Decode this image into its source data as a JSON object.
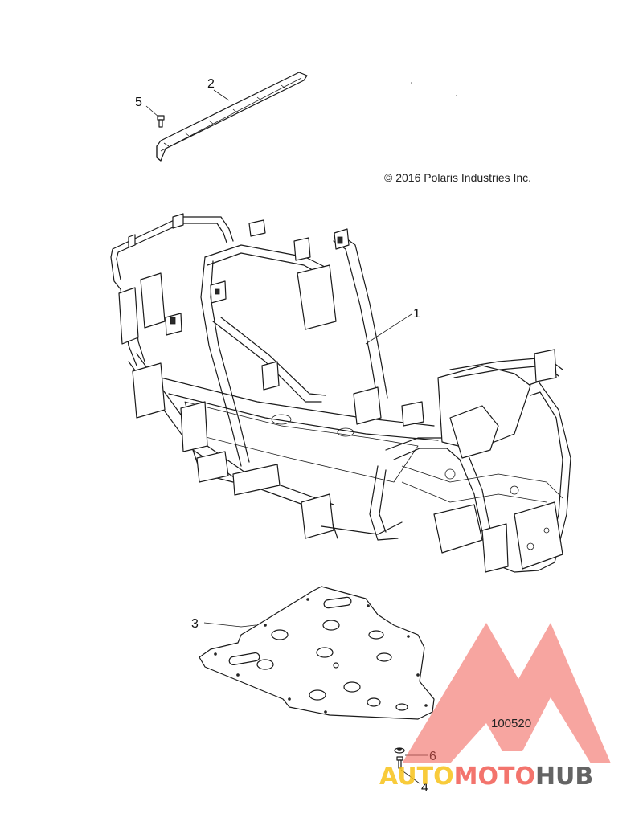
{
  "copyright": "© 2016 Polaris Industries Inc.",
  "diagram_id": "100520",
  "callouts": {
    "c1": "1",
    "c2": "2",
    "c3": "3",
    "c4": "4",
    "c5": "5",
    "c6": "6"
  },
  "watermark": {
    "part1": "AUTO",
    "part2": "MOTO",
    "part3": "HUB",
    "colors": {
      "auto": "#f7c31a",
      "moto": "#f25c54",
      "hub": "#4a4a4a",
      "triangle": "#f25c54"
    }
  }
}
